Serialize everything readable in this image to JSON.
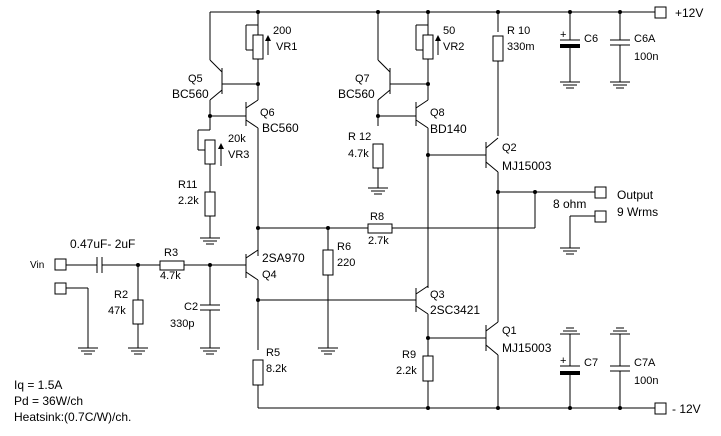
{
  "rails": {
    "positive": "+12V",
    "negative": "- 12V"
  },
  "input": {
    "vin_label": "Vin",
    "cap_label": "0.47uF- 2uF"
  },
  "output": {
    "label": "Output",
    "power": "9 Wrms",
    "load": "8 ohm"
  },
  "notes": {
    "iq": "Iq = 1.5A",
    "pd": "Pd = 36W/ch",
    "heatsink": "Heatsink:(0.7C/W)/ch."
  },
  "transistors": {
    "q1": {
      "ref": "Q1",
      "part": "MJ15003"
    },
    "q2": {
      "ref": "Q2",
      "part": "MJ15003"
    },
    "q3": {
      "ref": "Q3",
      "part": "2SC3421"
    },
    "q4": {
      "ref": "Q4",
      "part": "2SA970"
    },
    "q5": {
      "ref": "Q5",
      "part": "BC560"
    },
    "q6": {
      "ref": "Q6",
      "part": "BC560"
    },
    "q7": {
      "ref": "Q7",
      "part": "BC560"
    },
    "q8": {
      "ref": "Q8",
      "part": "BD140"
    }
  },
  "resistors": {
    "r2": {
      "ref": "R2",
      "value": "47k"
    },
    "r3": {
      "ref": "R3",
      "value": "4.7k"
    },
    "r5": {
      "ref": "R5",
      "value": "8.2k"
    },
    "r6": {
      "ref": "R6",
      "value": "220"
    },
    "r8": {
      "ref": "R8",
      "value": "2.7k"
    },
    "r9": {
      "ref": "R9",
      "value": "2.2k"
    },
    "r10": {
      "ref": "R 10",
      "value": "330m"
    },
    "r11": {
      "ref": "R11",
      "value": "2.2k"
    },
    "r12": {
      "ref": "R 12",
      "value": "4.7k"
    }
  },
  "pots": {
    "vr1": {
      "ref": "VR1",
      "value": "200"
    },
    "vr2": {
      "ref": "VR2",
      "value": "50"
    },
    "vr3": {
      "ref": "VR3",
      "value": "20k"
    }
  },
  "capacitors": {
    "c2": {
      "ref": "C2",
      "value": "330p"
    },
    "c6": {
      "ref": "C6"
    },
    "c6a": {
      "ref": "C6A",
      "value": "100n"
    },
    "c7": {
      "ref": "C7"
    },
    "c7a": {
      "ref": "C7A",
      "value": "100n"
    }
  }
}
